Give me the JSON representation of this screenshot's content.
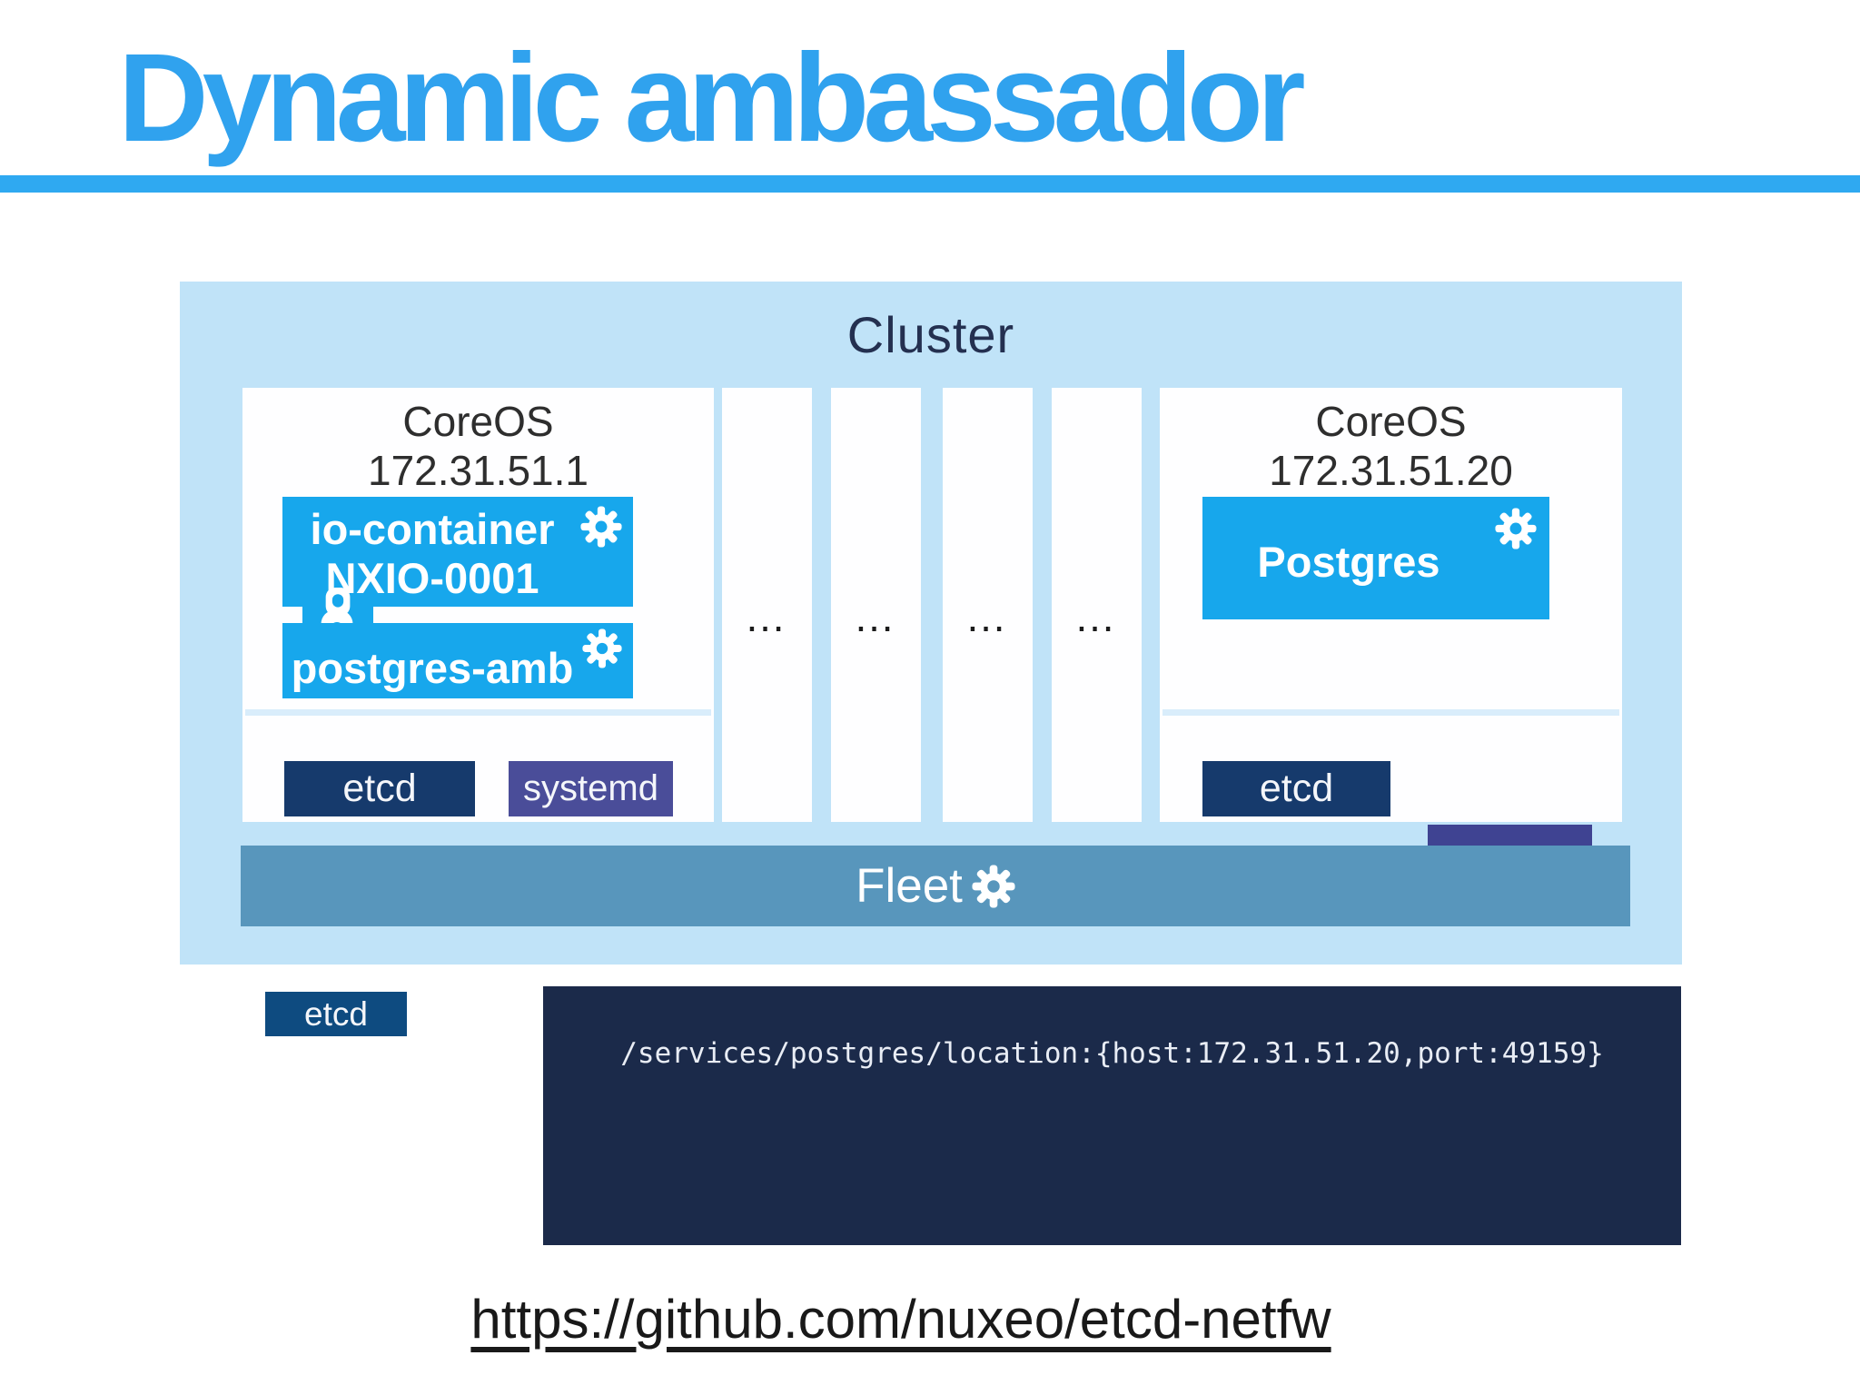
{
  "slide": {
    "title": "Dynamic ambassador"
  },
  "cluster": {
    "label": "Cluster",
    "left_node": {
      "os": "CoreOS",
      "ip": "172.31.51.1",
      "container_name": "io-container",
      "container_id": "NXIO-0001",
      "ambassador": "postgres-amb",
      "etcd_label": "etcd",
      "systemd_label": "systemd"
    },
    "ellipsis_dots": "…",
    "right_node": {
      "os": "CoreOS",
      "ip": "172.31.51.20",
      "container": "Postgres",
      "etcd_label": "etcd"
    },
    "fleet_label": "Fleet"
  },
  "external": {
    "etcd_label": "etcd",
    "code_line": "/services/postgres/location:{host:172.31.51.20,port:49159}"
  },
  "footer": {
    "link": "https://github.com/nuxeo/etcd-netfw"
  },
  "icons": {
    "gear": "white 8-tooth gear",
    "chain": "white chain-link connecting io-container and postgres-amb"
  },
  "colors": {
    "title_blue": "#30A2EE",
    "underline_blue": "#2FA9F1",
    "cluster_bg": "#C0E3F8",
    "container_cyan": "#17A7EC",
    "etcd_navy": "#163A6C",
    "etcd_bright_navy": "#0E4B80",
    "systemd_purple": "#4A4D99",
    "partial_purple": "#3F4392",
    "fleet_steel_blue": "#5896BC",
    "code_bg": "#1B2A4A",
    "code_text": "#E9EDF5"
  }
}
